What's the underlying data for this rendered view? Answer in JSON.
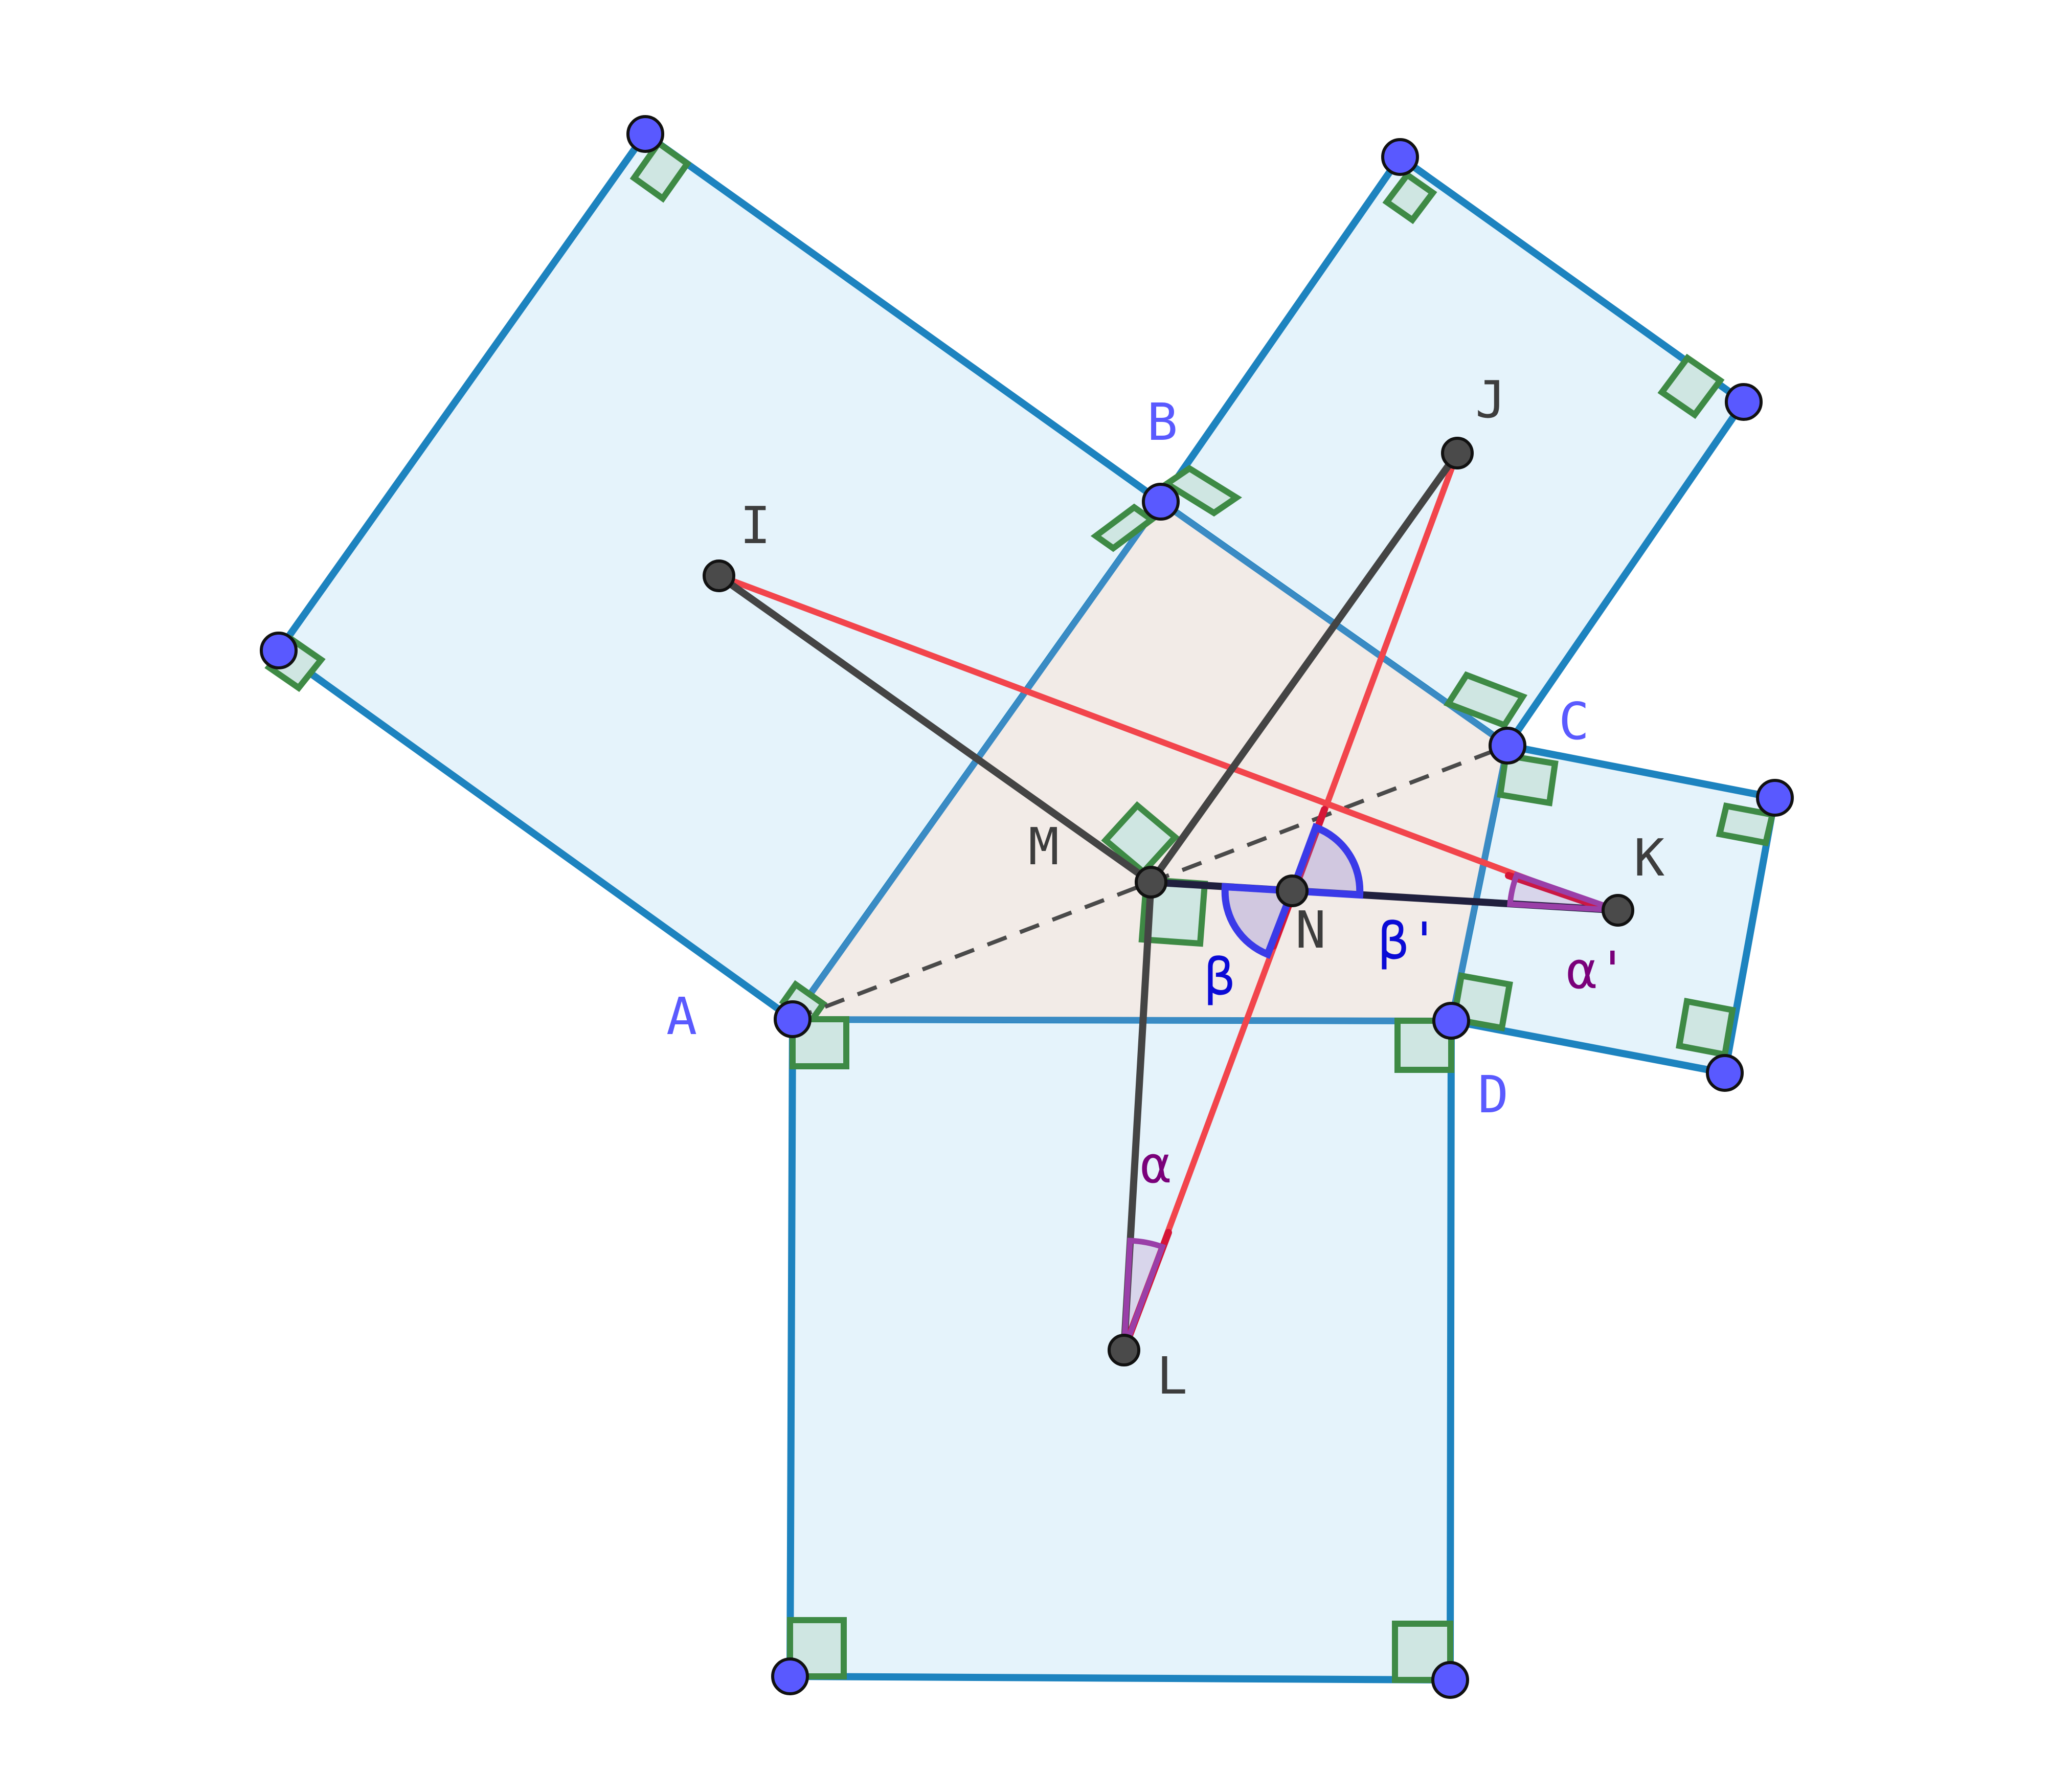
{
  "diagram": {
    "points": {
      "A": "A",
      "B": "B",
      "C": "C",
      "D": "D",
      "I": "I",
      "J": "J",
      "K": "K",
      "L": "L",
      "M": "M",
      "N": "N"
    },
    "angles": {
      "alpha": "α",
      "alpha_prime": "α'",
      "beta": "β",
      "beta_prime": "β'"
    }
  }
}
